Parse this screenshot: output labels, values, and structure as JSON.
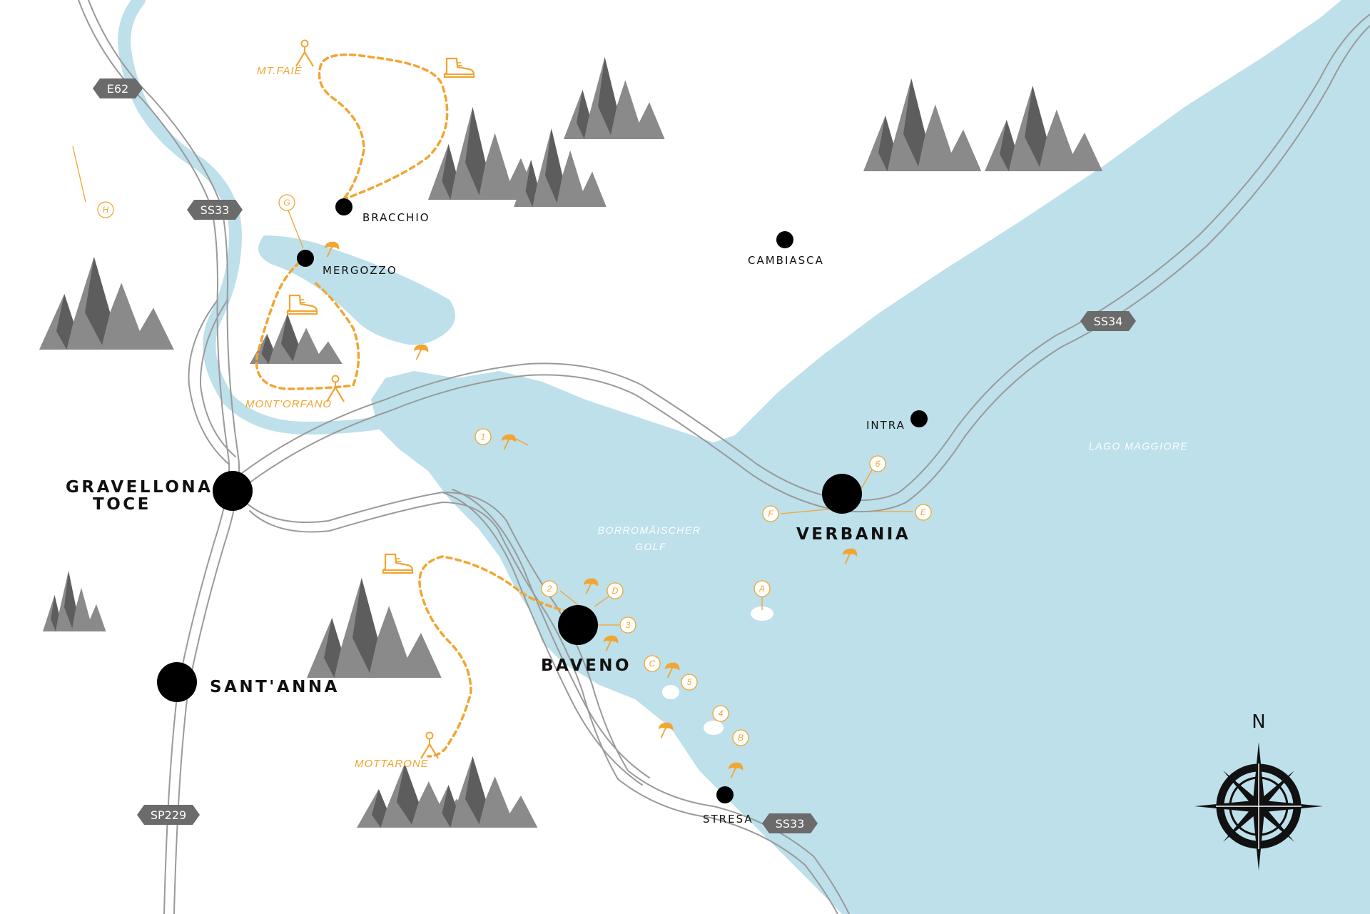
{
  "map": {
    "towns_major": {
      "gravellona_line1": "GRAVELLONA",
      "gravellona_line2": "TOCE",
      "verbania": "VERBANIA",
      "baveno": "BAVENO",
      "santanna": "SANT'ANNA"
    },
    "towns_minor": {
      "bracchio": "BRACCHIO",
      "mergozzo": "MERGOZZO",
      "cambiasca": "CAMBIASCA",
      "intra": "INTRA",
      "stresa": "STRESA"
    },
    "peaks": {
      "mt_faie": "MT.FAIÉ",
      "mont_orfano": "MONT'ORFANO",
      "mottarone": "MOTTARONE"
    },
    "water": {
      "lake": "LAGO MAGGIORE",
      "gulf_line1": "BORROMÄISCHER",
      "gulf_line2": "GOLF"
    },
    "roads": {
      "e62": "E62",
      "ss33_north": "SS33",
      "ss34": "SS34",
      "ss33_south": "SS33",
      "sp229": "SP229"
    },
    "markers": {
      "g": "G",
      "h": "H",
      "one": "1",
      "two": "2",
      "three": "3",
      "four": "4",
      "five": "5",
      "six": "6",
      "a": "A",
      "b": "B",
      "c": "C",
      "d": "D",
      "e": "E",
      "f": "F"
    },
    "compass": {
      "north": "N"
    },
    "colors": {
      "water": "#bde0ea",
      "road": "#9a9a9a",
      "trail": "#f2a531",
      "mountain": "#777777",
      "shield": "#6b6b6b",
      "town_dot": "#000000"
    },
    "icons": [
      "hiking-boot-icon",
      "beach-umbrella-icon",
      "hiker-peak-icon",
      "compass-rose-icon"
    ]
  }
}
